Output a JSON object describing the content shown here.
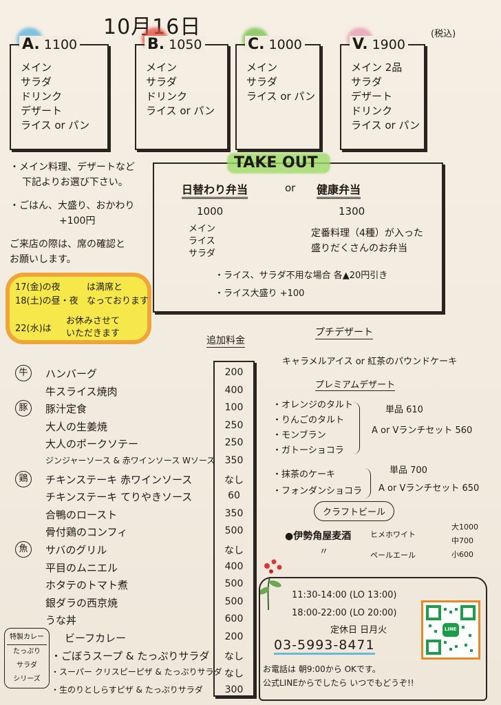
{
  "header": {
    "date": "10月16日",
    "tax_note": "(税込)"
  },
  "sets": [
    {
      "letter": "A.",
      "price": "1100",
      "color": "#5ab3e0",
      "items": [
        "メイン",
        "サラダ",
        "ドリンク",
        "デザート",
        "ライス or パン"
      ]
    },
    {
      "letter": "B.",
      "price": "1050",
      "color": "#e0483a",
      "items": [
        "メイン",
        "サラダ",
        "ドリンク",
        "ライス or パン"
      ]
    },
    {
      "letter": "C.",
      "price": "1000",
      "color": "#74c04a",
      "items": [
        "メイン",
        "サラダ",
        "ライス or パン"
      ]
    },
    {
      "letter": "V.",
      "price": "1900",
      "color": "#e79ab0",
      "items": [
        "メイン 2品",
        "サラダ",
        "デザート",
        "ドリンク",
        "ライス or パン"
      ]
    }
  ],
  "notes": {
    "n1a": "・メイン料理、デザートなど",
    "n1b": "下記よりお選び下さい。",
    "n2a": "・ごはん、大盛り、おかわり",
    "n2b": "+100円",
    "n3a": "ご来店の際は、席の確認と",
    "n3b": "お願いします。"
  },
  "notice": {
    "l1": "17(金)の夜",
    "l2": "18(土)の昼・夜",
    "l3": "は満席と",
    "l4": "なっております",
    "l5": "22(水)は",
    "l6": "お休みさせて",
    "l7": "いただきます"
  },
  "takeout": {
    "title": "TAKE OUT",
    "bento1": {
      "name": "日替わり弁当",
      "price": "1000",
      "items": [
        "メイン",
        "ライス",
        "サラダ"
      ]
    },
    "or": "or",
    "bento2": {
      "name": "健康弁当",
      "price": "1300",
      "desc1": "定番料理（4種）が入った",
      "desc2": "盛りだくさんのお弁当"
    },
    "note1": "・ライス、サラダ不用な場合 各▲20円引き",
    "note2": "・ライス大盛り +100"
  },
  "extra_label": "追加料金",
  "mains": [
    {
      "cat": "牛",
      "name": "ハンバーグ",
      "price": "200"
    },
    {
      "cat": "",
      "name": "牛スライス焼肉",
      "price": "400"
    },
    {
      "cat": "豚",
      "name": "豚汁定食",
      "price": "100"
    },
    {
      "cat": "",
      "name": "大人の生姜焼",
      "price": "250"
    },
    {
      "cat": "",
      "name": "大人のポークソテー",
      "price": "250"
    },
    {
      "cat": "",
      "name": "ジンジャーソース & 赤ワインソース Wソース",
      "price": "350"
    },
    {
      "cat": "鶏",
      "name": "チキンステーキ 赤ワインソース",
      "price": "なし"
    },
    {
      "cat": "",
      "name": "チキンステーキ てりやきソース",
      "price": "60"
    },
    {
      "cat": "",
      "name": "合鴨のロースト",
      "price": "350"
    },
    {
      "cat": "",
      "name": "骨付鶏のコンフィ",
      "price": "500"
    },
    {
      "cat": "魚",
      "name": "サバのグリル",
      "price": "なし"
    },
    {
      "cat": "",
      "name": "平目のムニエル",
      "price": "400"
    },
    {
      "cat": "",
      "name": "ホタテのトマト煮",
      "price": "500"
    },
    {
      "cat": "",
      "name": "銀ダラの西京焼",
      "price": "500"
    },
    {
      "cat": "",
      "name": "うな丼",
      "price": "600"
    },
    {
      "cat": "",
      "name": "ビーフカレー",
      "price": "200"
    },
    {
      "cat": "",
      "name": "・ごぼうスープ & たっぷりサラダ",
      "price": "なし"
    },
    {
      "cat": "",
      "name": "・スーパー クリスピーピザ & たっぷりサラダ",
      "price": "なし"
    },
    {
      "cat": "",
      "name": "・生のりとしらすピザ & たっぷりサラダ",
      "price": "300"
    }
  ],
  "special_label": {
    "l1": "特製カレー",
    "l2": "たっぷり",
    "l3": "サラダ",
    "l4": "シリーズ"
  },
  "desserts": {
    "petit_title": "プチデザート",
    "petit_items": "キャラメルアイス or 紅茶のパウンドケーキ",
    "premium_title": "プレミアムデザート",
    "group1": [
      "・オレンジのタルト",
      "・りんごのタルト",
      "・モンブラン",
      "・ガトーショコラ"
    ],
    "group1_single": "単品 610",
    "group1_set": "A or Vランチセット 560",
    "group2": [
      "・抹茶のケーキ",
      "・フォンダンショコラ"
    ],
    "group2_single": "単品 700",
    "group2_set": "A or Vランチセット 650"
  },
  "beer": {
    "title": "クラフトビール",
    "name": "●伊勢角屋麦酒",
    "row1_type": "ヒメホワイト",
    "row1_price": "大1000",
    "row2_mark": "〃",
    "row2_price": "中700",
    "row3_type": "ペールエール",
    "row3_price": "小600"
  },
  "info": {
    "hours1": "11:30-14:00 (LO 13:00)",
    "hours2": "18:00-22:00 (LO 20:00)",
    "closed": "定休日 日月火",
    "phone": "03-5993-8471",
    "note1": "お電話は 朝9:00から OKです。",
    "note2": "公式LINEからでしたら いつでもどうぞ!!"
  },
  "qr_label": "LINE",
  "colors": {
    "ink": "#1e1a16",
    "paper": "#f3ece1",
    "takeout_green": "#9fdc6a",
    "notice_yellow": "#f6e84a",
    "notice_orange": "#f0a53a"
  }
}
